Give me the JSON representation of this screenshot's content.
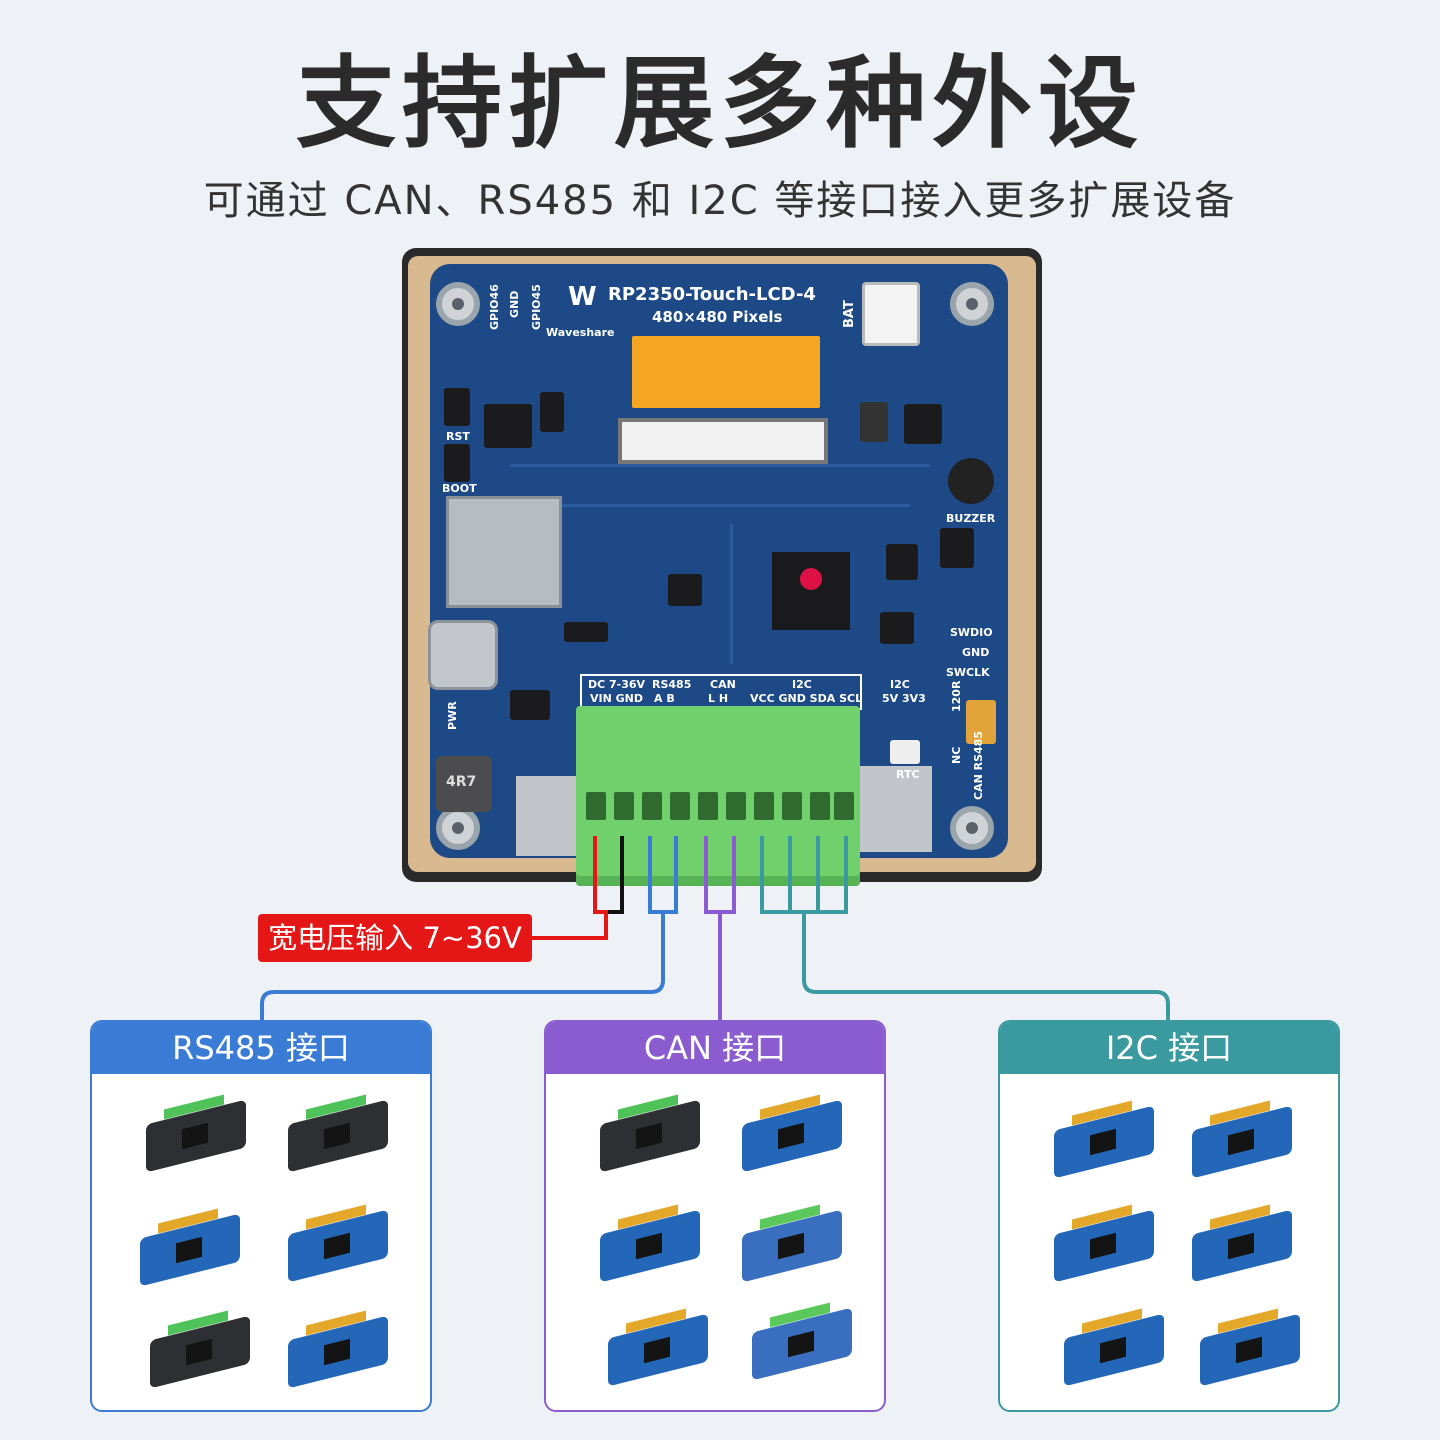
{
  "title": "支持扩展多种外设",
  "subtitle": "可通过 CAN、RS485 和 I2C 等接口接入更多扩展设备",
  "board": {
    "name": "RP2350-Touch-LCD-4",
    "resolution": "480×480 Pixels",
    "maker": "Waveshare",
    "labels": {
      "gpio46": "GPIO46",
      "gnd": "GND",
      "gpio45": "GPIO45",
      "bat": "BAT",
      "rst": "RST",
      "boot": "BOOT",
      "buzzer": "BUZZER",
      "swdio": "SWDIO",
      "gnd2": "GND",
      "swclk": "SWCLK",
      "pwr": "PWR",
      "rtc": "RTC",
      "r120": "120R",
      "nc": "NC",
      "can_rs485": "CAN RS485",
      "inductor": "4R7",
      "i2c_small": "I2C",
      "i2c_small_pins": "5V 3V3"
    },
    "terminal_groups": [
      {
        "top": "DC 7-36V",
        "bottom": "VIN GND"
      },
      {
        "top": "RS485",
        "bottom": "A  B"
      },
      {
        "top": "CAN",
        "bottom": "L  H"
      },
      {
        "top": "I2C",
        "bottom": "VCC GND SDA SCL"
      }
    ]
  },
  "power_callout": "宽电压输入 7~36V",
  "panels": [
    {
      "label": "RS485 接口",
      "color": "#3a7bd5"
    },
    {
      "label": "CAN 接口",
      "color": "#8a5cd0"
    },
    {
      "label": "I2C 接口",
      "color": "#3a9aa0"
    }
  ],
  "wire_colors": {
    "power_red": "#e51616",
    "power_black": "#111111",
    "rs485": "#3a7bd5",
    "can": "#8a5cd0",
    "i2c": "#3a9aa0"
  }
}
